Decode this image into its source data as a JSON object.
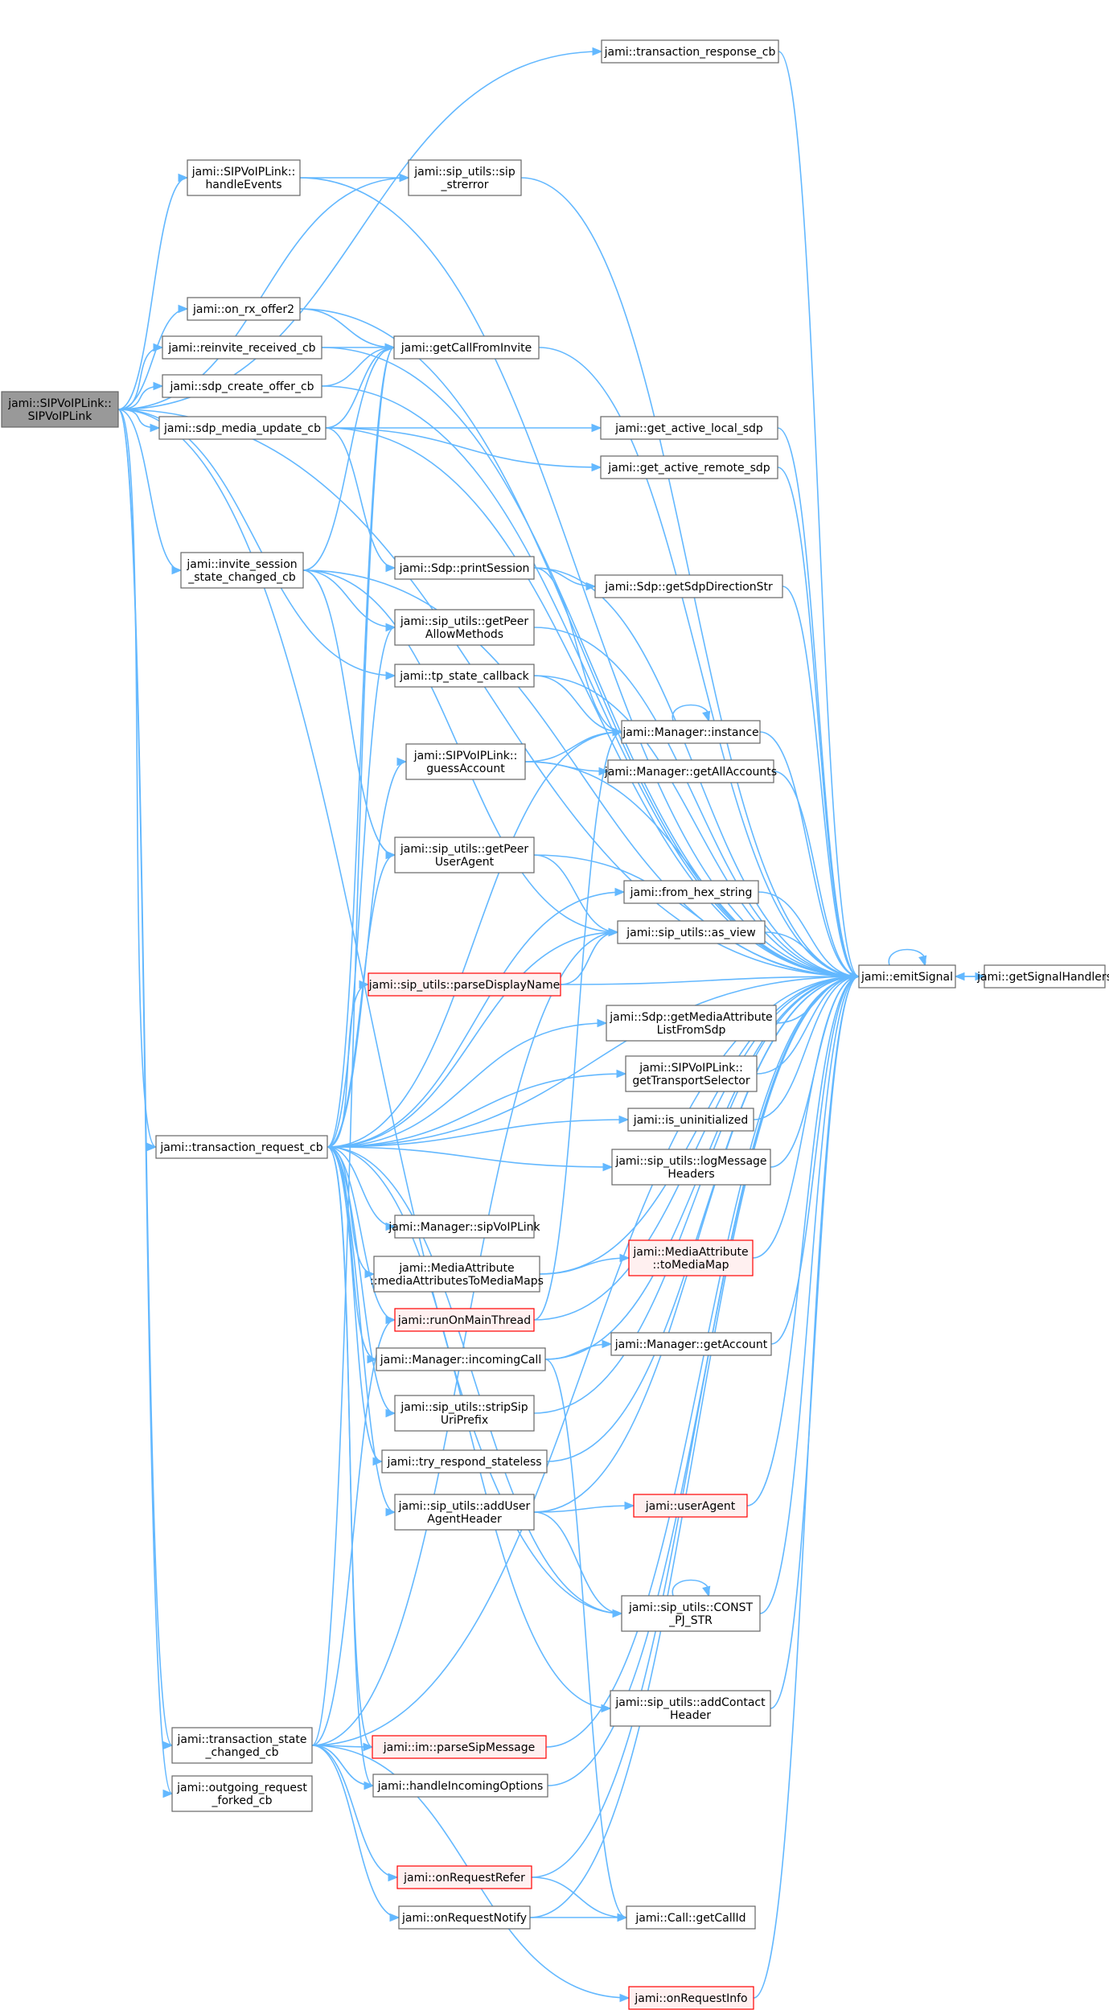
{
  "colors": {
    "edge": "#63b8ff",
    "node_border": "#666666",
    "node_fill": "#ffffff",
    "root_fill": "#999999",
    "truncated_border": "#ff0000",
    "truncated_fill": "#fff0f0"
  },
  "nodes": [
    {
      "id": "root",
      "lines": [
        "jami::SIPVoIPLink::",
        "SIPVoIPLink"
      ],
      "style": "root"
    },
    {
      "id": "transaction_response_cb",
      "lines": [
        "jami::transaction_response_cb"
      ],
      "style": "normal"
    },
    {
      "id": "handleEvents",
      "lines": [
        "jami::SIPVoIPLink::",
        "handleEvents"
      ],
      "style": "normal"
    },
    {
      "id": "sip_strerror",
      "lines": [
        "jami::sip_utils::sip",
        "_strerror"
      ],
      "style": "normal"
    },
    {
      "id": "on_rx_offer2",
      "lines": [
        "jami::on_rx_offer2"
      ],
      "style": "normal"
    },
    {
      "id": "reinvite_received_cb",
      "lines": [
        "jami::reinvite_received_cb"
      ],
      "style": "normal"
    },
    {
      "id": "getCallFromInvite",
      "lines": [
        "jami::getCallFromInvite"
      ],
      "style": "normal"
    },
    {
      "id": "sdp_create_offer_cb",
      "lines": [
        "jami::sdp_create_offer_cb"
      ],
      "style": "normal"
    },
    {
      "id": "sdp_media_update_cb",
      "lines": [
        "jami::sdp_media_update_cb"
      ],
      "style": "normal"
    },
    {
      "id": "get_active_local_sdp",
      "lines": [
        "jami::get_active_local_sdp"
      ],
      "style": "normal"
    },
    {
      "id": "get_active_remote_sdp",
      "lines": [
        "jami::get_active_remote_sdp"
      ],
      "style": "normal"
    },
    {
      "id": "invite_session_state_changed_cb",
      "lines": [
        "jami::invite_session",
        "_state_changed_cb"
      ],
      "style": "normal"
    },
    {
      "id": "printSession",
      "lines": [
        "jami::Sdp::printSession"
      ],
      "style": "normal"
    },
    {
      "id": "getSdpDirectionStr",
      "lines": [
        "jami::Sdp::getSdpDirectionStr"
      ],
      "style": "normal"
    },
    {
      "id": "getPeerAllowMethods",
      "lines": [
        "jami::sip_utils::getPeer",
        "AllowMethods"
      ],
      "style": "normal"
    },
    {
      "id": "tp_state_callback",
      "lines": [
        "jami::tp_state_callback"
      ],
      "style": "normal"
    },
    {
      "id": "Manager_instance",
      "lines": [
        "jami::Manager::instance"
      ],
      "style": "normal"
    },
    {
      "id": "guessAccount",
      "lines": [
        "jami::SIPVoIPLink::",
        "guessAccount"
      ],
      "style": "normal"
    },
    {
      "id": "getAllAccounts",
      "lines": [
        "jami::Manager::getAllAccounts"
      ],
      "style": "normal"
    },
    {
      "id": "getPeerUserAgent",
      "lines": [
        "jami::sip_utils::getPeer",
        "UserAgent"
      ],
      "style": "normal"
    },
    {
      "id": "from_hex_string",
      "lines": [
        "jami::from_hex_string"
      ],
      "style": "normal"
    },
    {
      "id": "as_view",
      "lines": [
        "jami::sip_utils::as_view"
      ],
      "style": "normal"
    },
    {
      "id": "parseDisplayName",
      "lines": [
        "jami::sip_utils::parseDisplayName"
      ],
      "style": "truncated"
    },
    {
      "id": "emitSignal",
      "lines": [
        "jami::emitSignal"
      ],
      "style": "normal"
    },
    {
      "id": "getSignalHandlers",
      "lines": [
        "jami::getSignalHandlers"
      ],
      "style": "normal"
    },
    {
      "id": "getMediaAttributeListFromSdp",
      "lines": [
        "jami::Sdp::getMediaAttribute",
        "ListFromSdp"
      ],
      "style": "normal"
    },
    {
      "id": "getTransportSelector",
      "lines": [
        "jami::SIPVoIPLink::",
        "getTransportSelector"
      ],
      "style": "normal"
    },
    {
      "id": "transaction_request_cb",
      "lines": [
        "jami::transaction_request_cb"
      ],
      "style": "normal"
    },
    {
      "id": "is_uninitialized",
      "lines": [
        "jami::is_uninitialized"
      ],
      "style": "normal"
    },
    {
      "id": "logMessageHeaders",
      "lines": [
        "jami::sip_utils::logMessage",
        "Headers"
      ],
      "style": "normal"
    },
    {
      "id": "sipVoIPLink",
      "lines": [
        "jami::Manager::sipVoIPLink"
      ],
      "style": "normal"
    },
    {
      "id": "mediaAttributesToMediaMaps",
      "lines": [
        "jami::MediaAttribute",
        "::mediaAttributesToMediaMaps"
      ],
      "style": "normal"
    },
    {
      "id": "toMediaMap",
      "lines": [
        "jami::MediaAttribute",
        "::toMediaMap"
      ],
      "style": "truncated"
    },
    {
      "id": "runOnMainThread",
      "lines": [
        "jami::runOnMainThread"
      ],
      "style": "truncated"
    },
    {
      "id": "incomingCall",
      "lines": [
        "jami::Manager::incomingCall"
      ],
      "style": "normal"
    },
    {
      "id": "getAccount",
      "lines": [
        "jami::Manager::getAccount"
      ],
      "style": "normal"
    },
    {
      "id": "stripSipUriPrefix",
      "lines": [
        "jami::sip_utils::stripSip",
        "UriPrefix"
      ],
      "style": "normal"
    },
    {
      "id": "try_respond_stateless",
      "lines": [
        "jami::try_respond_stateless"
      ],
      "style": "normal"
    },
    {
      "id": "addUserAgentHeader",
      "lines": [
        "jami::sip_utils::addUser",
        "AgentHeader"
      ],
      "style": "normal"
    },
    {
      "id": "userAgent",
      "lines": [
        "jami::userAgent"
      ],
      "style": "truncated"
    },
    {
      "id": "CONST_PJ_STR",
      "lines": [
        "jami::sip_utils::CONST",
        "_PJ_STR"
      ],
      "style": "normal"
    },
    {
      "id": "addContactHeader",
      "lines": [
        "jami::sip_utils::addContact",
        "Header"
      ],
      "style": "normal"
    },
    {
      "id": "transaction_state_changed_cb",
      "lines": [
        "jami::transaction_state",
        "_changed_cb"
      ],
      "style": "normal"
    },
    {
      "id": "parseSipMessage",
      "lines": [
        "jami::im::parseSipMessage"
      ],
      "style": "truncated"
    },
    {
      "id": "handleIncomingOptions",
      "lines": [
        "jami::handleIncomingOptions"
      ],
      "style": "normal"
    },
    {
      "id": "outgoing_request_forked_cb",
      "lines": [
        "jami::outgoing_request",
        "_forked_cb"
      ],
      "style": "normal"
    },
    {
      "id": "onRequestRefer",
      "lines": [
        "jami::onRequestRefer"
      ],
      "style": "truncated"
    },
    {
      "id": "onRequestNotify",
      "lines": [
        "jami::onRequestNotify"
      ],
      "style": "normal"
    },
    {
      "id": "getCallId",
      "lines": [
        "jami::Call::getCallId"
      ],
      "style": "normal"
    },
    {
      "id": "onRequestInfo",
      "lines": [
        "jami::onRequestInfo"
      ],
      "style": "truncated"
    }
  ],
  "edges": [
    [
      "root",
      "transaction_response_cb"
    ],
    [
      "root",
      "handleEvents"
    ],
    [
      "root",
      "sip_strerror"
    ],
    [
      "root",
      "on_rx_offer2"
    ],
    [
      "root",
      "reinvite_received_cb"
    ],
    [
      "root",
      "sdp_create_offer_cb"
    ],
    [
      "root",
      "sdp_media_update_cb"
    ],
    [
      "root",
      "invite_session_state_changed_cb"
    ],
    [
      "root",
      "tp_state_callback"
    ],
    [
      "root",
      "transaction_request_cb"
    ],
    [
      "root",
      "transaction_state_changed_cb"
    ],
    [
      "root",
      "outgoing_request_forked_cb"
    ],
    [
      "root",
      "CONST_PJ_STR"
    ],
    [
      "root",
      "emitSignal"
    ],
    [
      "transaction_response_cb",
      "emitSignal"
    ],
    [
      "handleEvents",
      "sip_strerror"
    ],
    [
      "handleEvents",
      "emitSignal"
    ],
    [
      "sip_strerror",
      "emitSignal"
    ],
    [
      "on_rx_offer2",
      "getCallFromInvite"
    ],
    [
      "on_rx_offer2",
      "emitSignal"
    ],
    [
      "reinvite_received_cb",
      "getCallFromInvite"
    ],
    [
      "reinvite_received_cb",
      "emitSignal"
    ],
    [
      "sdp_create_offer_cb",
      "getCallFromInvite"
    ],
    [
      "sdp_create_offer_cb",
      "emitSignal"
    ],
    [
      "getCallFromInvite",
      "emitSignal"
    ],
    [
      "sdp_media_update_cb",
      "getCallFromInvite"
    ],
    [
      "sdp_media_update_cb",
      "get_active_local_sdp"
    ],
    [
      "sdp_media_update_cb",
      "get_active_remote_sdp"
    ],
    [
      "sdp_media_update_cb",
      "printSession"
    ],
    [
      "sdp_media_update_cb",
      "emitSignal"
    ],
    [
      "get_active_local_sdp",
      "emitSignal"
    ],
    [
      "get_active_remote_sdp",
      "emitSignal"
    ],
    [
      "invite_session_state_changed_cb",
      "getCallFromInvite"
    ],
    [
      "invite_session_state_changed_cb",
      "getPeerAllowMethods"
    ],
    [
      "invite_session_state_changed_cb",
      "getPeerUserAgent"
    ],
    [
      "invite_session_state_changed_cb",
      "as_view"
    ],
    [
      "invite_session_state_changed_cb",
      "emitSignal"
    ],
    [
      "printSession",
      "getSdpDirectionStr"
    ],
    [
      "printSession",
      "Manager_instance"
    ],
    [
      "printSession",
      "emitSignal"
    ],
    [
      "getSdpDirectionStr",
      "emitSignal"
    ],
    [
      "getPeerAllowMethods",
      "emitSignal"
    ],
    [
      "tp_state_callback",
      "Manager_instance"
    ],
    [
      "tp_state_callback",
      "emitSignal"
    ],
    [
      "Manager_instance",
      "Manager_instance"
    ],
    [
      "Manager_instance",
      "emitSignal"
    ],
    [
      "guessAccount",
      "Manager_instance"
    ],
    [
      "guessAccount",
      "getAllAccounts"
    ],
    [
      "guessAccount",
      "emitSignal"
    ],
    [
      "getAllAccounts",
      "emitSignal"
    ],
    [
      "getPeerUserAgent",
      "as_view"
    ],
    [
      "getPeerUserAgent",
      "emitSignal"
    ],
    [
      "from_hex_string",
      "emitSignal"
    ],
    [
      "as_view",
      "emitSignal"
    ],
    [
      "parseDisplayName",
      "as_view"
    ],
    [
      "parseDisplayName",
      "emitSignal"
    ],
    [
      "emitSignal",
      "emitSignal"
    ],
    [
      "emitSignal",
      "getSignalHandlers"
    ],
    [
      "getSignalHandlers",
      "emitSignal"
    ],
    [
      "getMediaAttributeListFromSdp",
      "emitSignal"
    ],
    [
      "getTransportSelector",
      "emitSignal"
    ],
    [
      "is_uninitialized",
      "emitSignal"
    ],
    [
      "logMessageHeaders",
      "emitSignal"
    ],
    [
      "transaction_request_cb",
      "getCallFromInvite"
    ],
    [
      "transaction_request_cb",
      "getPeerAllowMethods"
    ],
    [
      "transaction_request_cb",
      "Manager_instance"
    ],
    [
      "transaction_request_cb",
      "guessAccount"
    ],
    [
      "transaction_request_cb",
      "getPeerUserAgent"
    ],
    [
      "transaction_request_cb",
      "from_hex_string"
    ],
    [
      "transaction_request_cb",
      "as_view"
    ],
    [
      "transaction_request_cb",
      "parseDisplayName"
    ],
    [
      "transaction_request_cb",
      "getMediaAttributeListFromSdp"
    ],
    [
      "transaction_request_cb",
      "getTransportSelector"
    ],
    [
      "transaction_request_cb",
      "is_uninitialized"
    ],
    [
      "transaction_request_cb",
      "logMessageHeaders"
    ],
    [
      "transaction_request_cb",
      "sipVoIPLink"
    ],
    [
      "transaction_request_cb",
      "mediaAttributesToMediaMaps"
    ],
    [
      "transaction_request_cb",
      "runOnMainThread"
    ],
    [
      "transaction_request_cb",
      "incomingCall"
    ],
    [
      "transaction_request_cb",
      "stripSipUriPrefix"
    ],
    [
      "transaction_request_cb",
      "try_respond_stateless"
    ],
    [
      "transaction_request_cb",
      "addUserAgentHeader"
    ],
    [
      "transaction_request_cb",
      "CONST_PJ_STR"
    ],
    [
      "transaction_request_cb",
      "addContactHeader"
    ],
    [
      "transaction_request_cb",
      "parseSipMessage"
    ],
    [
      "transaction_request_cb",
      "handleIncomingOptions"
    ],
    [
      "transaction_request_cb",
      "emitSignal"
    ],
    [
      "mediaAttributesToMediaMaps",
      "toMediaMap"
    ],
    [
      "mediaAttributesToMediaMaps",
      "emitSignal"
    ],
    [
      "toMediaMap",
      "emitSignal"
    ],
    [
      "runOnMainThread",
      "Manager_instance"
    ],
    [
      "runOnMainThread",
      "emitSignal"
    ],
    [
      "incomingCall",
      "getAccount"
    ],
    [
      "incomingCall",
      "getCallId"
    ],
    [
      "incomingCall",
      "emitSignal"
    ],
    [
      "getAccount",
      "emitSignal"
    ],
    [
      "stripSipUriPrefix",
      "emitSignal"
    ],
    [
      "try_respond_stateless",
      "emitSignal"
    ],
    [
      "addUserAgentHeader",
      "userAgent"
    ],
    [
      "addUserAgentHeader",
      "CONST_PJ_STR"
    ],
    [
      "addUserAgentHeader",
      "emitSignal"
    ],
    [
      "userAgent",
      "emitSignal"
    ],
    [
      "CONST_PJ_STR",
      "CONST_PJ_STR"
    ],
    [
      "CONST_PJ_STR",
      "emitSignal"
    ],
    [
      "addContactHeader",
      "emitSignal"
    ],
    [
      "transaction_state_changed_cb",
      "getCallFromInvite"
    ],
    [
      "transaction_state_changed_cb",
      "runOnMainThread"
    ],
    [
      "transaction_state_changed_cb",
      "as_view"
    ],
    [
      "transaction_state_changed_cb",
      "parseSipMessage"
    ],
    [
      "transaction_state_changed_cb",
      "handleIncomingOptions"
    ],
    [
      "transaction_state_changed_cb",
      "onRequestRefer"
    ],
    [
      "transaction_state_changed_cb",
      "onRequestNotify"
    ],
    [
      "transaction_state_changed_cb",
      "onRequestInfo"
    ],
    [
      "transaction_state_changed_cb",
      "emitSignal"
    ],
    [
      "parseSipMessage",
      "emitSignal"
    ],
    [
      "handleIncomingOptions",
      "emitSignal"
    ],
    [
      "onRequestRefer",
      "getCallId"
    ],
    [
      "onRequestRefer",
      "emitSignal"
    ],
    [
      "onRequestNotify",
      "getCallId"
    ],
    [
      "onRequestNotify",
      "emitSignal"
    ],
    [
      "onRequestInfo",
      "emitSignal"
    ]
  ]
}
